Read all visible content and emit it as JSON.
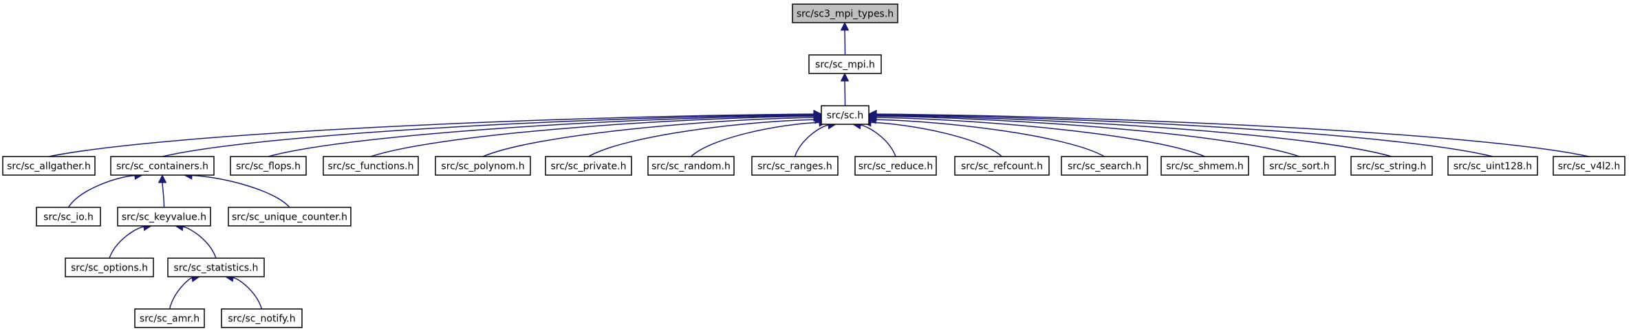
{
  "graph": {
    "edge_color": "#191970",
    "root_fill": "#bfbfbf",
    "nodes": [
      {
        "id": "sc3_mpi_types",
        "label": "src/sc3_mpi_types.h",
        "root": true
      },
      {
        "id": "sc_mpi",
        "label": "src/sc_mpi.h"
      },
      {
        "id": "sc",
        "label": "src/sc.h"
      },
      {
        "id": "sc_allgather",
        "label": "src/sc_allgather.h"
      },
      {
        "id": "sc_containers",
        "label": "src/sc_containers.h"
      },
      {
        "id": "sc_flops",
        "label": "src/sc_flops.h"
      },
      {
        "id": "sc_functions",
        "label": "src/sc_functions.h"
      },
      {
        "id": "sc_polynom",
        "label": "src/sc_polynom.h"
      },
      {
        "id": "sc_private",
        "label": "src/sc_private.h"
      },
      {
        "id": "sc_random",
        "label": "src/sc_random.h"
      },
      {
        "id": "sc_ranges",
        "label": "src/sc_ranges.h"
      },
      {
        "id": "sc_reduce",
        "label": "src/sc_reduce.h"
      },
      {
        "id": "sc_refcount",
        "label": "src/sc_refcount.h"
      },
      {
        "id": "sc_search",
        "label": "src/sc_search.h"
      },
      {
        "id": "sc_shmem",
        "label": "src/sc_shmem.h"
      },
      {
        "id": "sc_sort",
        "label": "src/sc_sort.h"
      },
      {
        "id": "sc_string",
        "label": "src/sc_string.h"
      },
      {
        "id": "sc_uint128",
        "label": "src/sc_uint128.h"
      },
      {
        "id": "sc_v4l2",
        "label": "src/sc_v4l2.h"
      },
      {
        "id": "sc_io",
        "label": "src/sc_io.h"
      },
      {
        "id": "sc_keyvalue",
        "label": "src/sc_keyvalue.h"
      },
      {
        "id": "sc_unique_counter",
        "label": "src/sc_unique_counter.h"
      },
      {
        "id": "sc_options",
        "label": "src/sc_options.h"
      },
      {
        "id": "sc_statistics",
        "label": "src/sc_statistics.h"
      },
      {
        "id": "sc_amr",
        "label": "src/sc_amr.h"
      },
      {
        "id": "sc_notify",
        "label": "src/sc_notify.h"
      }
    ],
    "edges": [
      {
        "from": "sc_mpi",
        "to": "sc3_mpi_types"
      },
      {
        "from": "sc",
        "to": "sc_mpi"
      },
      {
        "from": "sc_allgather",
        "to": "sc"
      },
      {
        "from": "sc_containers",
        "to": "sc"
      },
      {
        "from": "sc_flops",
        "to": "sc"
      },
      {
        "from": "sc_functions",
        "to": "sc"
      },
      {
        "from": "sc_polynom",
        "to": "sc"
      },
      {
        "from": "sc_private",
        "to": "sc"
      },
      {
        "from": "sc_random",
        "to": "sc"
      },
      {
        "from": "sc_ranges",
        "to": "sc"
      },
      {
        "from": "sc_reduce",
        "to": "sc"
      },
      {
        "from": "sc_refcount",
        "to": "sc"
      },
      {
        "from": "sc_search",
        "to": "sc"
      },
      {
        "from": "sc_shmem",
        "to": "sc"
      },
      {
        "from": "sc_sort",
        "to": "sc"
      },
      {
        "from": "sc_string",
        "to": "sc"
      },
      {
        "from": "sc_uint128",
        "to": "sc"
      },
      {
        "from": "sc_v4l2",
        "to": "sc"
      },
      {
        "from": "sc_io",
        "to": "sc_containers"
      },
      {
        "from": "sc_keyvalue",
        "to": "sc_containers"
      },
      {
        "from": "sc_unique_counter",
        "to": "sc_containers"
      },
      {
        "from": "sc_options",
        "to": "sc_keyvalue"
      },
      {
        "from": "sc_statistics",
        "to": "sc_keyvalue"
      },
      {
        "from": "sc_amr",
        "to": "sc_statistics"
      },
      {
        "from": "sc_notify",
        "to": "sc_statistics"
      }
    ]
  }
}
